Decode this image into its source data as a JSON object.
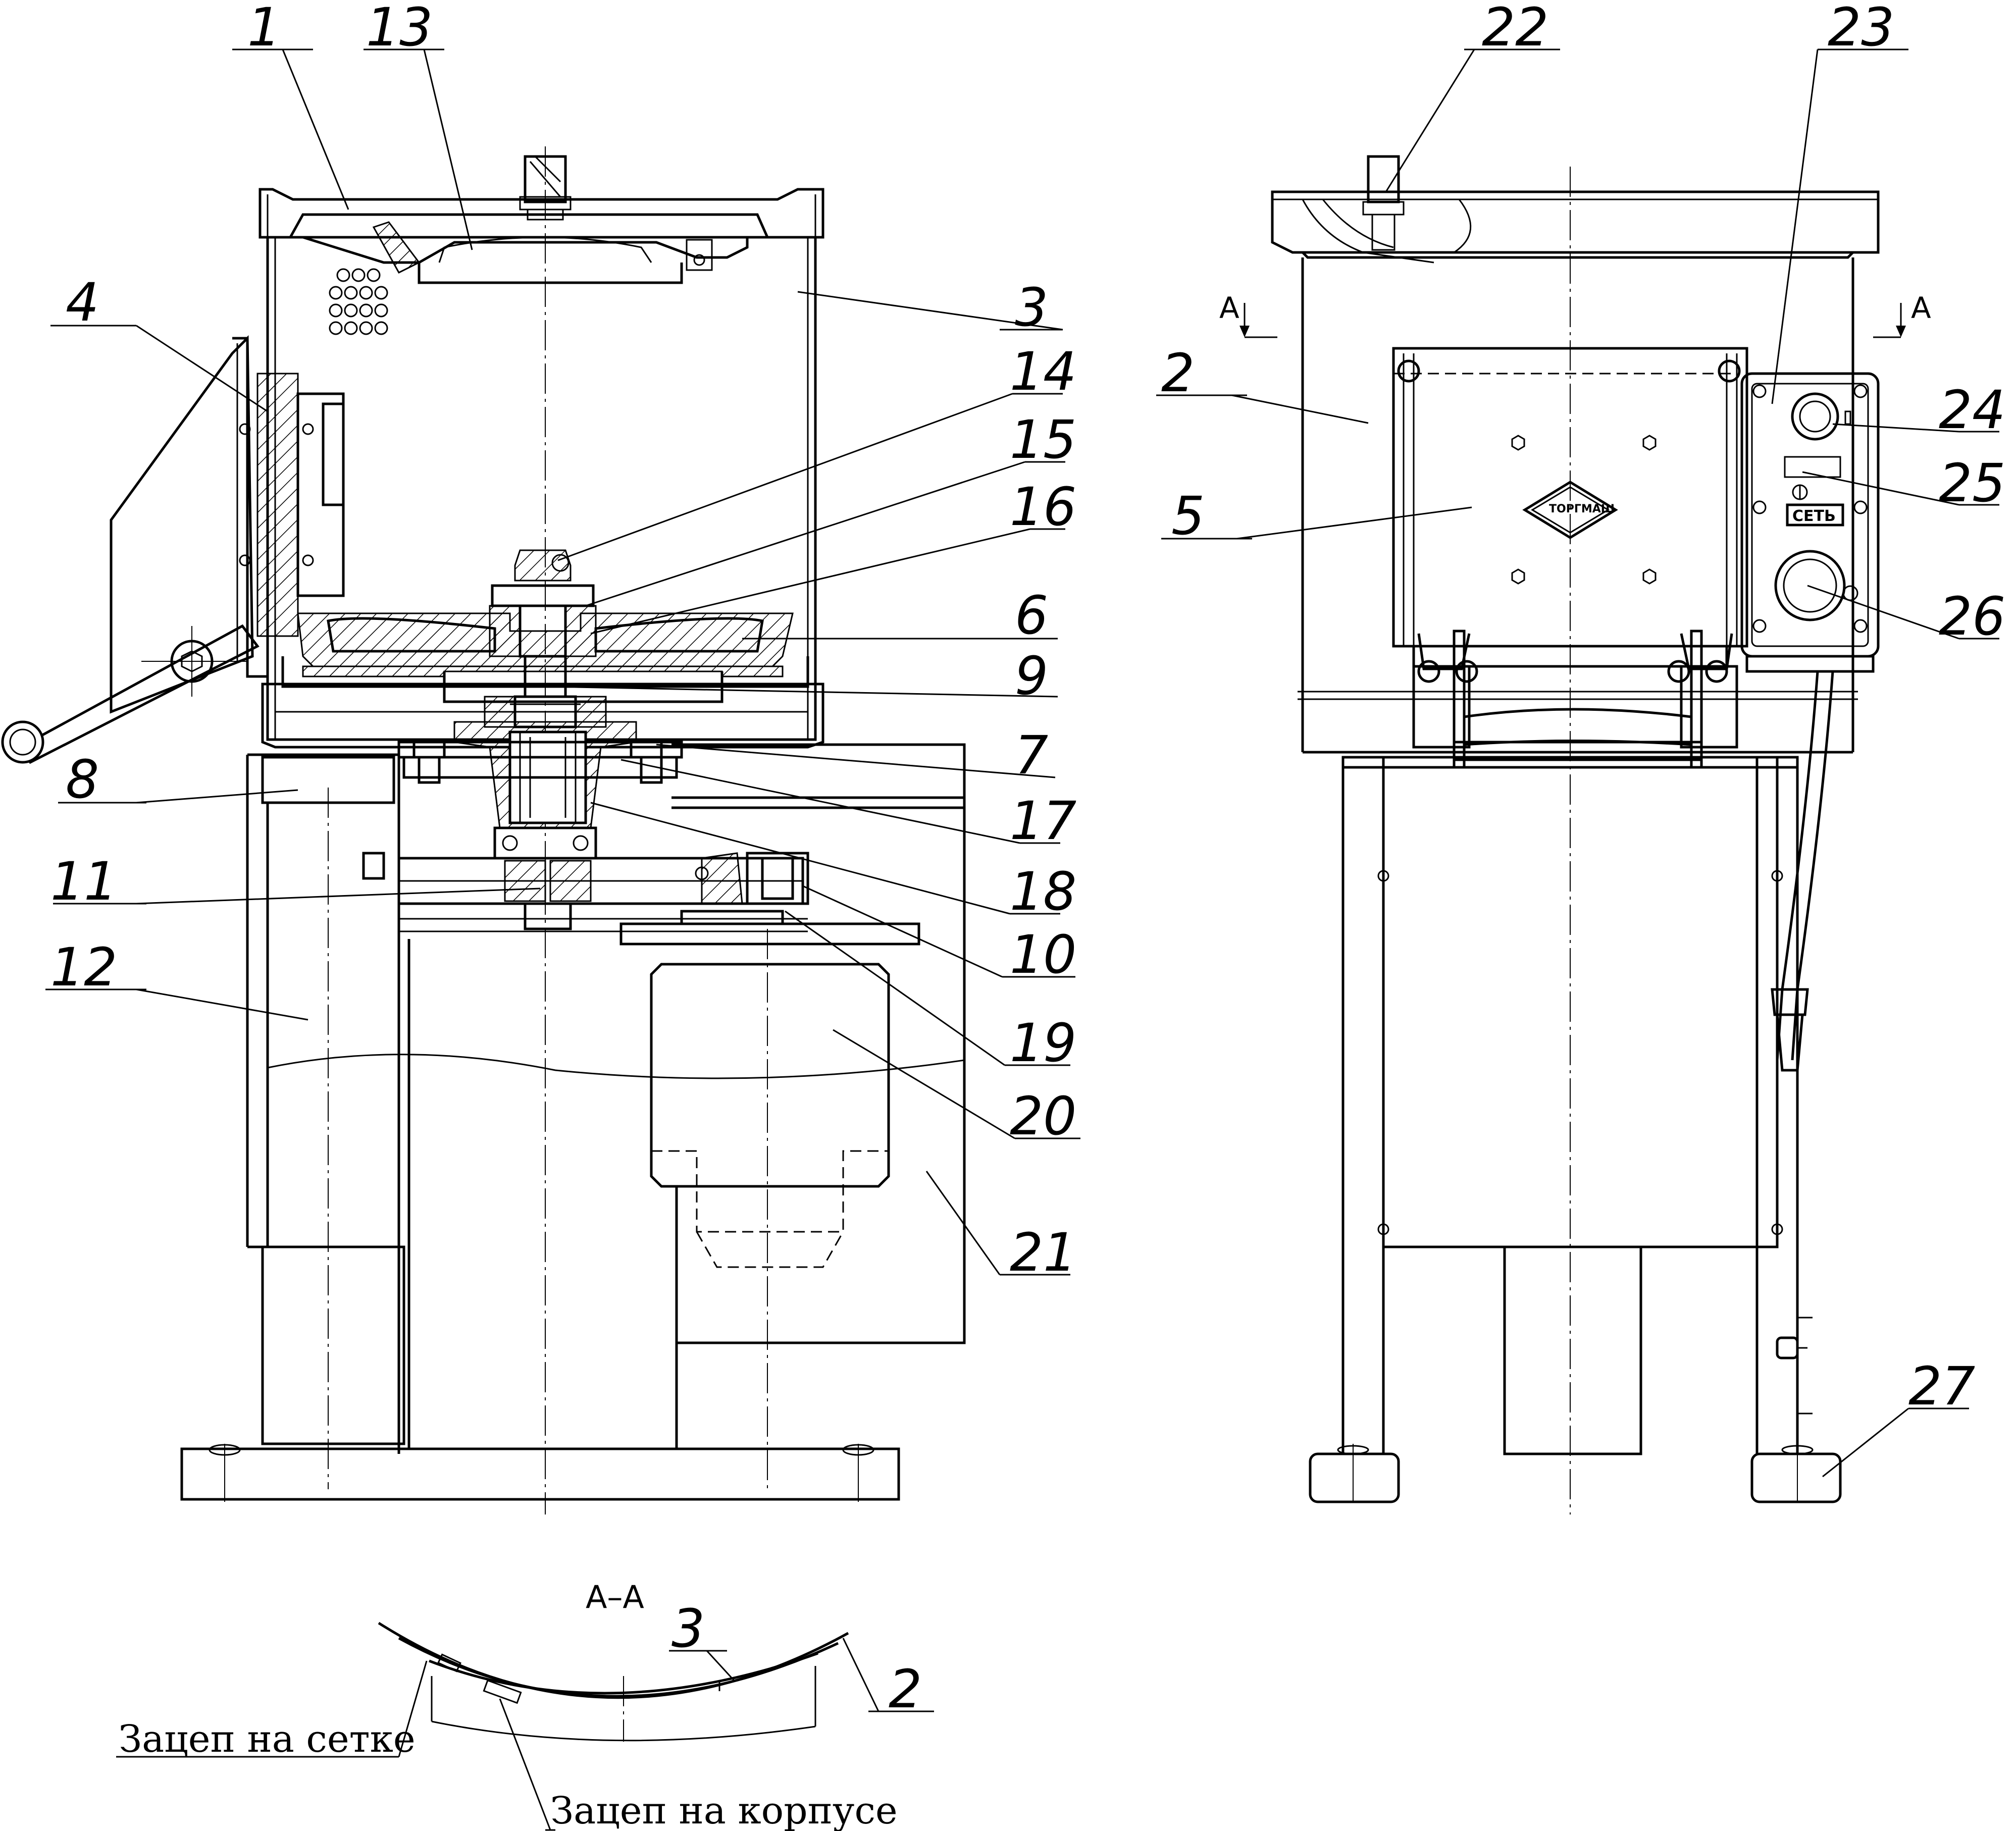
{
  "drawing": {
    "callouts": [
      "1",
      "13",
      "22",
      "23",
      "4",
      "3",
      "2",
      "24",
      "14",
      "15",
      "25",
      "5",
      "16",
      "26",
      "6",
      "9",
      "7",
      "17",
      "8",
      "18",
      "11",
      "10",
      "12",
      "19",
      "20",
      "21",
      "27"
    ],
    "section_mark": "А",
    "section_title": "А–А",
    "section_callouts": {
      "left": "3",
      "right": "2"
    },
    "notes": {
      "mesh_hook": "Зацеп на сетке",
      "body_hook": "Зацеп на корпусе"
    },
    "panel_label": "СЕТЬ",
    "logo": {
      "line1": "ТОРГМАШ"
    }
  }
}
